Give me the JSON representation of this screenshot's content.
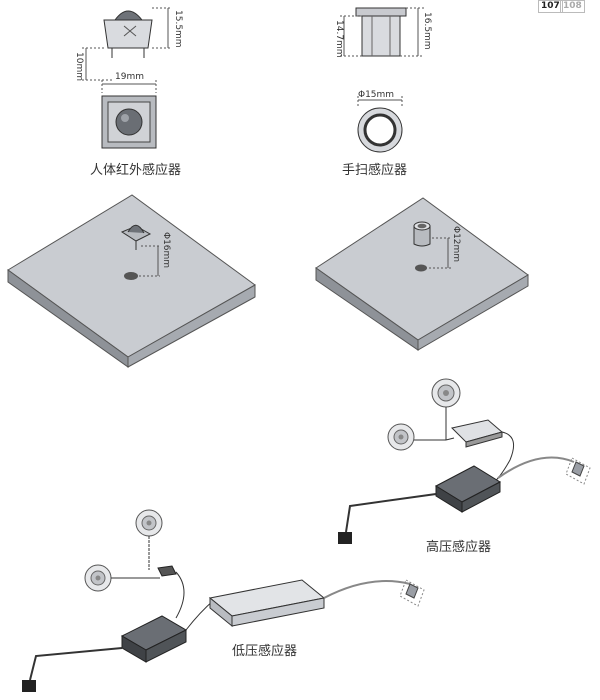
{
  "pages": {
    "current": "107",
    "next": "108"
  },
  "pir_sensor": {
    "label": "人体红外感应器",
    "dim_height": "15.5mm",
    "dim_base": "10mm",
    "dim_width": "19mm",
    "dim_hole": "Φ16mm"
  },
  "hand_sensor": {
    "label": "手扫感应器",
    "dim_inner": "14.7mm",
    "dim_outer": "16.5mm",
    "dim_diameter": "Φ15mm",
    "dim_hole": "Φ12mm"
  },
  "high_voltage": {
    "label": "高压感应器"
  },
  "low_voltage": {
    "label": "低压感应器"
  },
  "colors": {
    "board_top": "#c9ccd1",
    "board_side": "#9a9ea5",
    "line": "#333333",
    "dim": "#555555"
  }
}
